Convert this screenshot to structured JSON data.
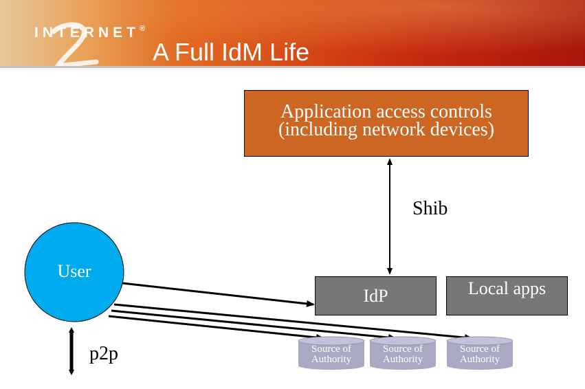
{
  "header": {
    "logo_text": "INTERNET",
    "logo_registered": "®",
    "title": "A Full IdM Life"
  },
  "diagram": {
    "app_box": {
      "line1": "Application access controls",
      "line2": "(including network devices)"
    },
    "idp_label": "IdP",
    "local_apps_label": "Local apps",
    "user_label": "User",
    "shib_label": "Shib",
    "p2p_label": "p2p",
    "sources": [
      {
        "line1": "Source of",
        "line2": "Authority"
      },
      {
        "line1": "Source of",
        "line2": "Authority"
      },
      {
        "line1": "Source of",
        "line2": "Authority"
      }
    ]
  },
  "colors": {
    "app_box": "#cc6622",
    "grey_boxes": "#777777",
    "user_circle": "#00aaee",
    "source_cylinders": "#a9a9c4"
  }
}
